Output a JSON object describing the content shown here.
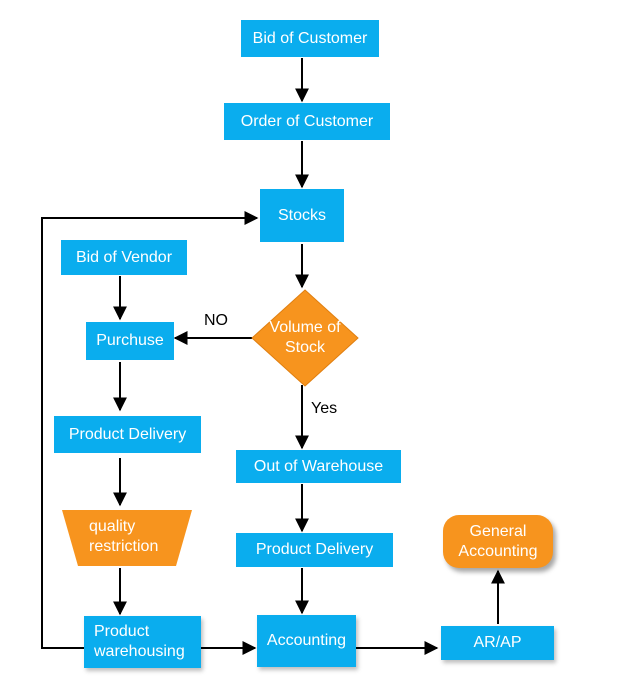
{
  "nodes": {
    "bid_customer": "Bid of Customer",
    "order_customer": "Order of Customer",
    "stocks": "Stocks",
    "bid_vendor": "Bid of Vendor",
    "purchase": "Purchuse",
    "volume_line1": "Volume of",
    "volume_line2": "Stock",
    "product_delivery_left": "Product Delivery",
    "out_of_warehouse": "Out of Warehouse",
    "quality_line1": "quality",
    "quality_line2": "restriction",
    "product_delivery_right": "Product Delivery",
    "general_line1": "General",
    "general_line2": "Accounting",
    "product_wh_line1": "Product",
    "product_wh_line2": "warehousing",
    "accounting": "Accounting",
    "ar_ap": "AR/AP"
  },
  "edge_labels": {
    "no": "NO",
    "yes": "Yes"
  },
  "colors": {
    "box": "#0aadee",
    "accent": "#f7941e",
    "line": "#000000"
  }
}
